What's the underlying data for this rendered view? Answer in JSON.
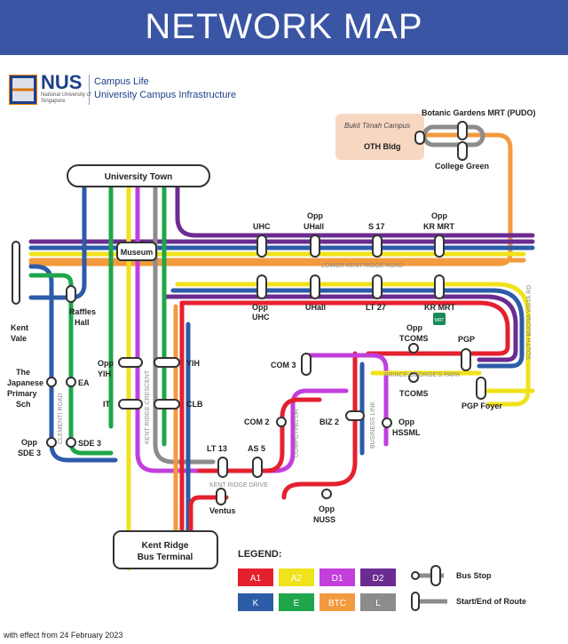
{
  "header": {
    "title": "NETWORK MAP"
  },
  "branding": {
    "logo_text": "NUS",
    "logo_subtext": "National University of Singapore",
    "line1": "Campus Life",
    "line2": "University Campus Infrastructure"
  },
  "terminals": {
    "university_town": "University Town",
    "museum": "Museum",
    "kent_ridge_bus_terminal_1": "Kent Ridge",
    "kent_ridge_bus_terminal_2": "Bus Terminal"
  },
  "stops": {
    "botanic_gardens": "Botanic Gardens MRT (PUDO)",
    "bukit_timah_campus": "Bukit Timah Campus",
    "oth_bldg": "OTH Bldg",
    "college_green": "College Green",
    "uhc": "UHC",
    "opp_uhall_1": "Opp",
    "opp_uhall_2": "UHall",
    "s17": "S 17",
    "opp_kr_mrt_1": "Opp",
    "opp_kr_mrt_2": "KR MRT",
    "opp_uhc_1": "Opp",
    "opp_uhc_2": "UHC",
    "uhall": "UHall",
    "lt27": "LT 27",
    "kr_mrt": "KR MRT",
    "raffles_hall_1": "Raffles",
    "raffles_hall_2": "Hall",
    "kent_vale_1": "Kent",
    "kent_vale_2": "Vale",
    "japanese_1": "The",
    "japanese_2": "Japanese",
    "japanese_3": "Primary",
    "japanese_4": "Sch",
    "ea": "EA",
    "opp_sde3_1": "Opp",
    "opp_sde3_2": "SDE 3",
    "sde3": "SDE 3",
    "opp_yih_1": "Opp",
    "opp_yih_2": "YIH",
    "yih": "YIH",
    "it": "IT",
    "clb": "CLB",
    "com3": "COM 3",
    "opp_tcoms_1": "Opp",
    "opp_tcoms_2": "TCOMS",
    "tcoms": "TCOMS",
    "pgp": "PGP",
    "pgp_foyer": "PGP Foyer",
    "com2": "COM 2",
    "biz2": "BIZ 2",
    "opp_hssml_1": "Opp",
    "opp_hssml_2": "HSSML",
    "lt13": "LT 13",
    "as5": "AS 5",
    "ventus": "Ventus",
    "opp_nuss_1": "Opp",
    "opp_nuss_2": "NUSS",
    "mrt_badge": "MRT"
  },
  "roads": {
    "lower_kent_ridge": "LOWER KENT RIDGE ROAD",
    "south_buona_vista": "SOUTH BUONA VISTA RD",
    "prince_georges_park": "PRINCE GEORGE'S PARK",
    "kent_ridge_crescent": "KENT RIDGE CRESCENT",
    "clementi_road": "CLEMENTI ROAD",
    "kent_ridge_drive": "KENT RIDGE DRIVE",
    "computing_dr": "COMPUTING DR",
    "business_link": "BUSINESS LINK"
  },
  "legend": {
    "title": "LEGEND:",
    "routes": [
      {
        "label": "A1",
        "color": "#e5202e"
      },
      {
        "label": "A2",
        "color": "#f0e21b"
      },
      {
        "label": "D1",
        "color": "#c23fdc"
      },
      {
        "label": "D2",
        "color": "#6b2c91"
      },
      {
        "label": "K",
        "color": "#2c5ba8"
      },
      {
        "label": "E",
        "color": "#1fa64a"
      },
      {
        "label": "BTC",
        "color": "#f39a3e"
      },
      {
        "label": "L",
        "color": "#8c8c8c"
      }
    ],
    "bus_stop": "Bus Stop",
    "start_end": "Start/End of Route"
  },
  "footer": {
    "effective": "with effect from 24 February 2023"
  }
}
